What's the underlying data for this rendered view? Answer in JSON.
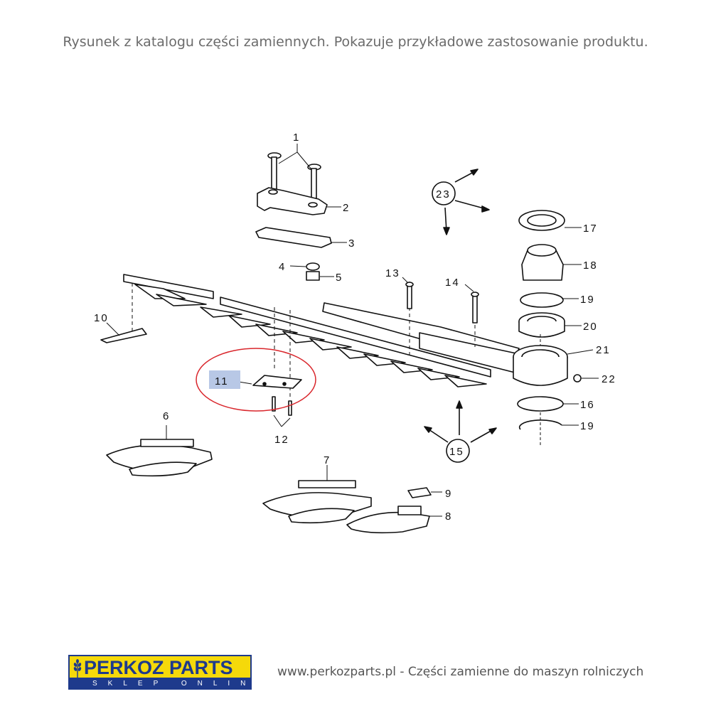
{
  "caption": "Rysunek z katalogu części zamiennych. Pokazuje przykładowe zastosowanie produktu.",
  "labels": {
    "p1": "1",
    "p2": "2",
    "p3": "3",
    "p4": "4",
    "p5": "5",
    "p6": "6",
    "p7": "7",
    "p8": "8",
    "p9": "9",
    "p10": "10",
    "p11": "11",
    "p12": "12",
    "p13": "13",
    "p14": "14",
    "p15": "15",
    "p16": "16",
    "p17": "17",
    "p18": "18",
    "p19a": "19",
    "p19b": "19",
    "p20": "20",
    "p21": "21",
    "p22": "22",
    "p23": "23"
  },
  "highlight": {
    "part": "11",
    "color": "#d9262c",
    "box_color": "#b8c8e6"
  },
  "logo": {
    "name": "PERKOZ PARTS",
    "subtitle": "SKLEP ONLINE",
    "bg": "#f5d90a",
    "text_color": "#1e3a8c"
  },
  "footer": "www.perkozparts.pl - Części zamienne do maszyn rolniczych"
}
